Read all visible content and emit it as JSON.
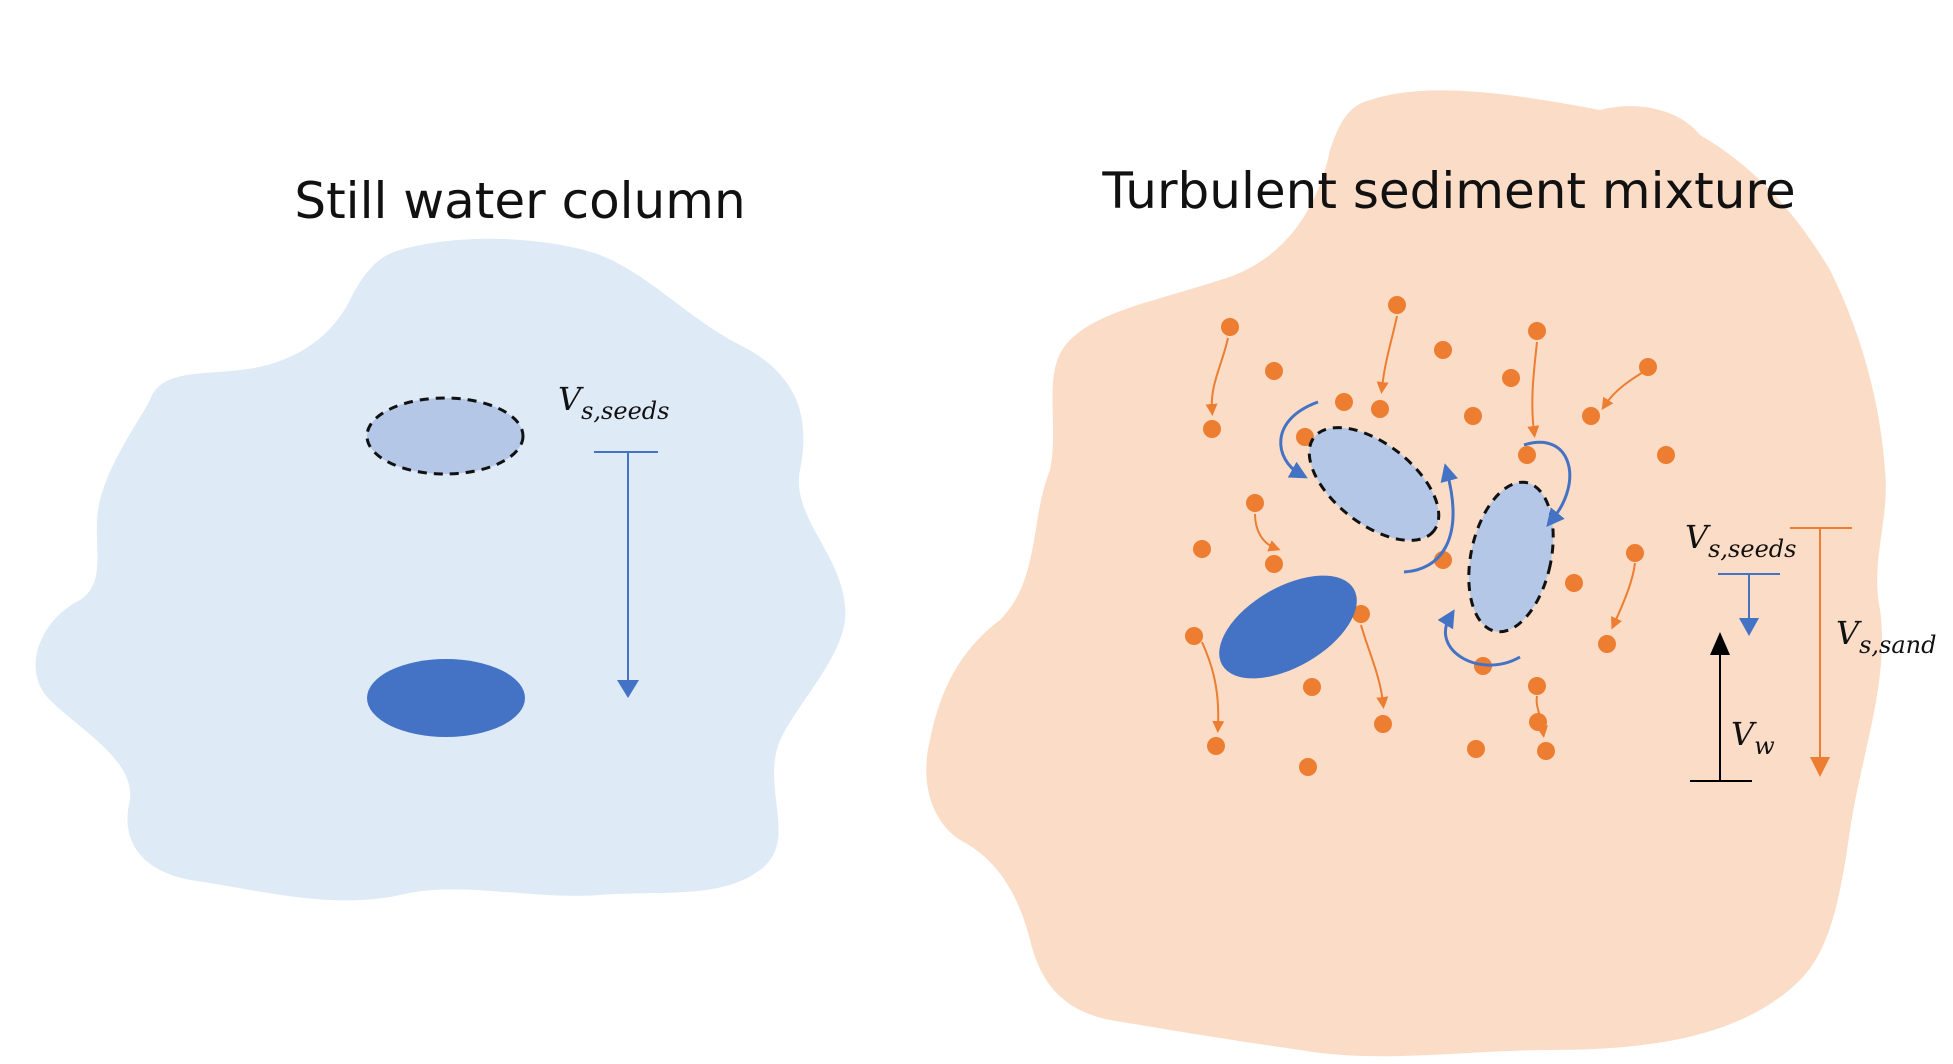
{
  "panels": {
    "still": {
      "title": "Still water column",
      "velocity": {
        "base": "V",
        "sub": "s,seeds"
      }
    },
    "turbulent": {
      "title": "Turbulent sediment mixture",
      "seed_velocity": {
        "base": "V",
        "sub": "s,seeds"
      },
      "sand_velocity": {
        "base": "V",
        "sub": "s,sand"
      },
      "water_velocity": {
        "base": "V",
        "sub": "w"
      }
    }
  },
  "colors": {
    "still_background": "#deeaf6",
    "turbulent_background": "#fbdcc6",
    "seed_light": "#b4c7e7",
    "seed_dark": "#4472c4",
    "sand": "#ed7d31",
    "arrow_blue": "#4472c4",
    "arrow_black": "#000000"
  }
}
